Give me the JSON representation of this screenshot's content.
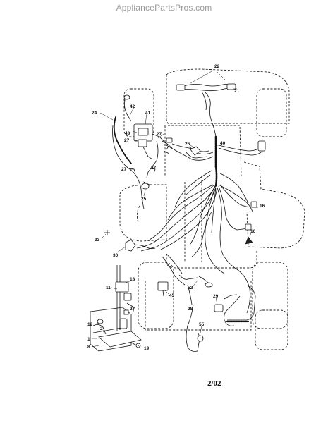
{
  "watermark": "AppliancePartsPros.com",
  "date_code": "2/02",
  "callouts": {
    "c22": "22",
    "c21": "21",
    "c24": "24",
    "c42": "42",
    "c41": "41",
    "c43": "43",
    "c27a": "27",
    "c27b": "27",
    "c26": "26",
    "c40": "40",
    "c27c": "27",
    "c27d": "27",
    "c25": "25",
    "c16a": "16",
    "c16b": "16",
    "c33": "33",
    "c30": "30",
    "c18": "18",
    "c11": "11",
    "c45": "45",
    "c52": "52",
    "c29": "29",
    "c28": "28",
    "c27e": "27",
    "c12": "12",
    "c2": "2",
    "c1": "1",
    "c8": "8",
    "c19": "19",
    "c55": "55"
  }
}
